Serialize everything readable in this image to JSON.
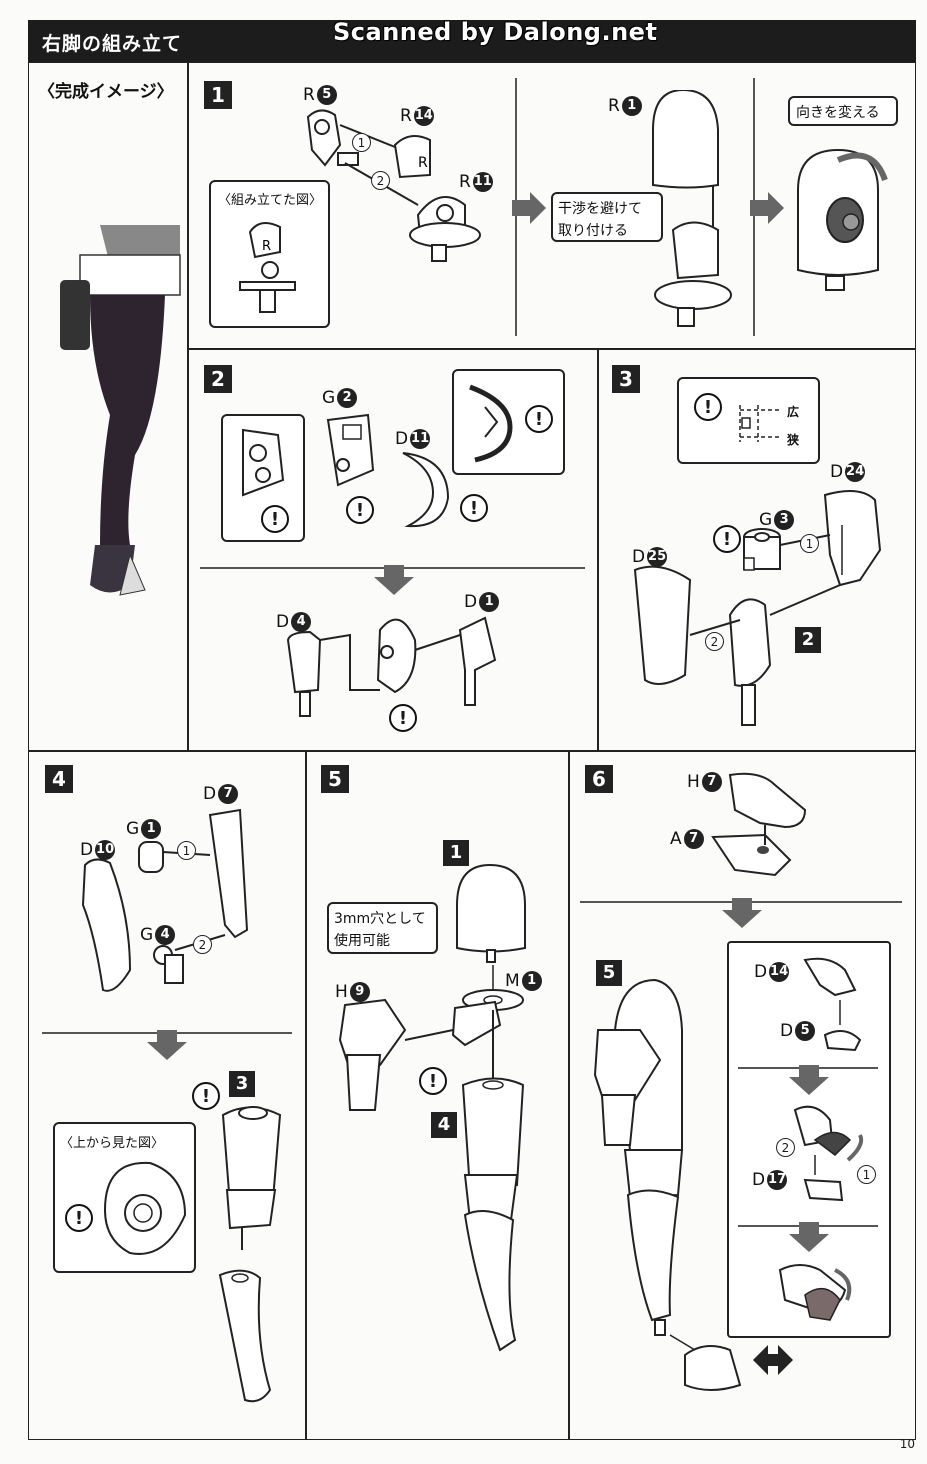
{
  "header": {
    "title": "右脚の組み立て",
    "watermark": "Scanned by Dalong.net"
  },
  "completed_label": "〈完成イメージ〉",
  "step1": {
    "num": "1",
    "parts": {
      "r5": "R",
      "r5n": "5",
      "r14": "R",
      "r14n": "14",
      "r11": "R",
      "r11n": "11",
      "r1": "R",
      "r1n": "1"
    },
    "order": {
      "a": "1",
      "b": "2"
    },
    "assembled_label": "〈組み立てた図〉",
    "avoid_note_l1": "干渉を避けて",
    "avoid_note_l2": "取り付ける",
    "rotate_note": "向きを変える"
  },
  "step2": {
    "num": "2",
    "parts": {
      "g2": "G",
      "g2n": "2",
      "d11": "D",
      "d11n": "11",
      "d4": "D",
      "d4n": "4",
      "d1": "D",
      "d1n": "1"
    },
    "warn": "!"
  },
  "step3": {
    "num": "3",
    "wide": "広",
    "narrow": "狭",
    "parts": {
      "g3": "G",
      "g3n": "3",
      "d24": "D",
      "d24n": "24",
      "d25": "D",
      "d25n": "25"
    },
    "order": {
      "a": "1",
      "b": "2"
    },
    "ref": "2"
  },
  "step4": {
    "num": "4",
    "parts": {
      "d7": "D",
      "d7n": "7",
      "g1": "G",
      "g1n": "1",
      "d10": "D",
      "d10n": "10",
      "g4": "G",
      "g4n": "4"
    },
    "order": {
      "a": "1",
      "b": "2"
    },
    "ref": "3",
    "topview_label": "〈上から見た図〉"
  },
  "step5": {
    "num": "5",
    "ref_top": "1",
    "ref_bottom": "4",
    "hole_note_l1": "3mm穴として",
    "hole_note_l2": "使用可能",
    "parts": {
      "h9": "H",
      "h9n": "9",
      "m1": "M",
      "m1n": "1"
    }
  },
  "step6": {
    "num": "6",
    "parts": {
      "h7": "H",
      "h7n": "7",
      "a7": "A",
      "a7n": "7",
      "d14": "D",
      "d14n": "14",
      "d5": "D",
      "d5n": "5",
      "d17": "D",
      "d17n": "17"
    },
    "ref": "5",
    "order": {
      "a": "2",
      "b": "1"
    }
  },
  "page_number": "10"
}
